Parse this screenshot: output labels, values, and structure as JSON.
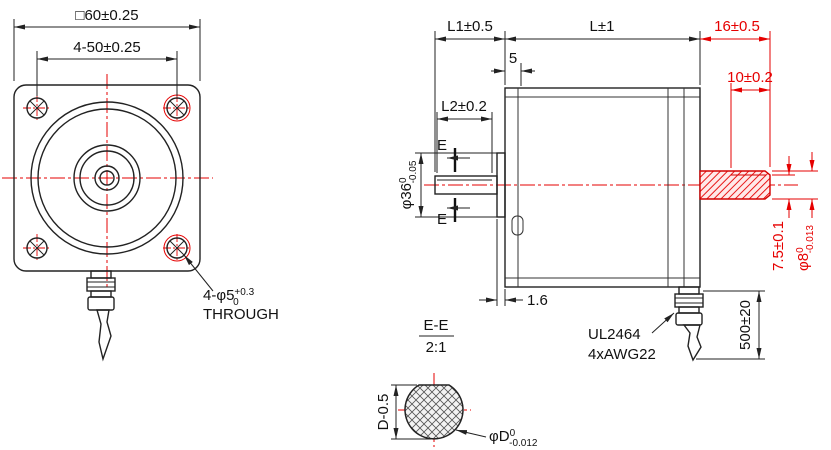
{
  "drawing": {
    "colors": {
      "line": "#222222",
      "accent_red": "#e60000",
      "body_fill": "#ececec"
    },
    "front": {
      "dim_square": "□60±0.25",
      "dim_hole_spacing": "4-50±0.25",
      "callout_base": "4-φ5",
      "callout_sup": "+0.3",
      "callout_sub": "0",
      "callout_note": "THROUGH"
    },
    "side": {
      "dim_shaft_len": "L1±0.5",
      "dim_flange": "5",
      "dim_body_len": "L±1",
      "dim_rear_len": "16±0.5",
      "dim_rear_usable": "10±0.2",
      "dim_flat_len": "L2±0.2",
      "pilot_base": "φ36",
      "pilot_sup": "0",
      "pilot_sub": "-0.05",
      "section_letter": "E",
      "dim_boss": "1.6",
      "cable_line1": "UL2464",
      "cable_line2": "4xAWG22",
      "dim_cable": "500±20",
      "dim_flat_depth": "7.5±0.1",
      "shaft_base": "φ8",
      "shaft_sup": "0",
      "shaft_sub": "-0.013"
    },
    "section": {
      "label": "E-E",
      "scale": "2:1",
      "dim_across": "D-0.5",
      "dia_base": "φD",
      "dia_sup": "0",
      "dia_sub": "-0.012"
    }
  }
}
